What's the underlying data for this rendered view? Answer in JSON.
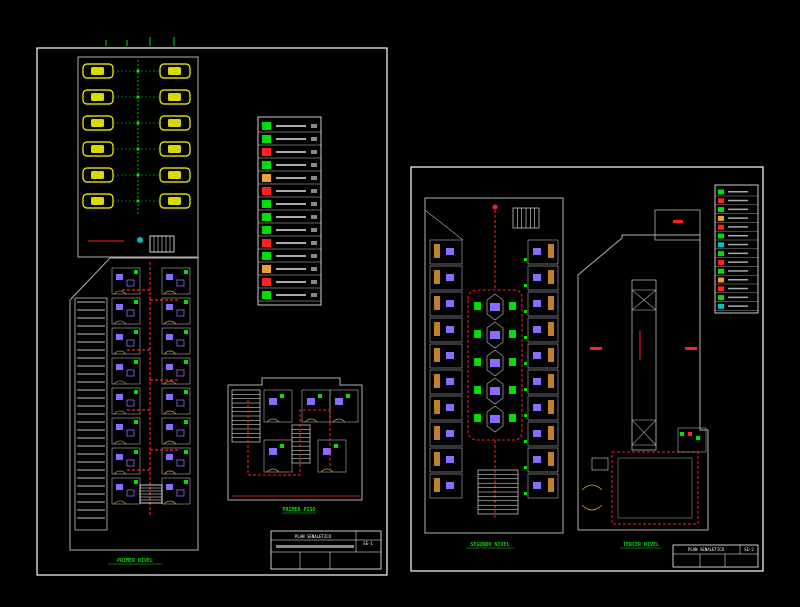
{
  "sheet_a": {
    "ground_floor_title": "PRIMER NIVEL",
    "upper_floor_title": "PRIMER PISO",
    "title_block_heading": "PLAN SENALETICO",
    "title_block_sheet": "SE-1"
  },
  "sheet_b": {
    "second_floor_title": "SEGUNDO NIVEL",
    "third_floor_title": "TERCER NIVEL",
    "title_block_heading": "PLAN SENALETICO",
    "title_block_sheet": "SE-2"
  },
  "colors": {
    "background": "#000000",
    "frame": "#ffffff",
    "parking": "#ffff00",
    "furniture": "#8a6cff",
    "egress": "#ff2020",
    "sign": "#00e000",
    "wall": "#b0b0b0",
    "stairs": "#ffffff",
    "door": "#f0a030"
  }
}
